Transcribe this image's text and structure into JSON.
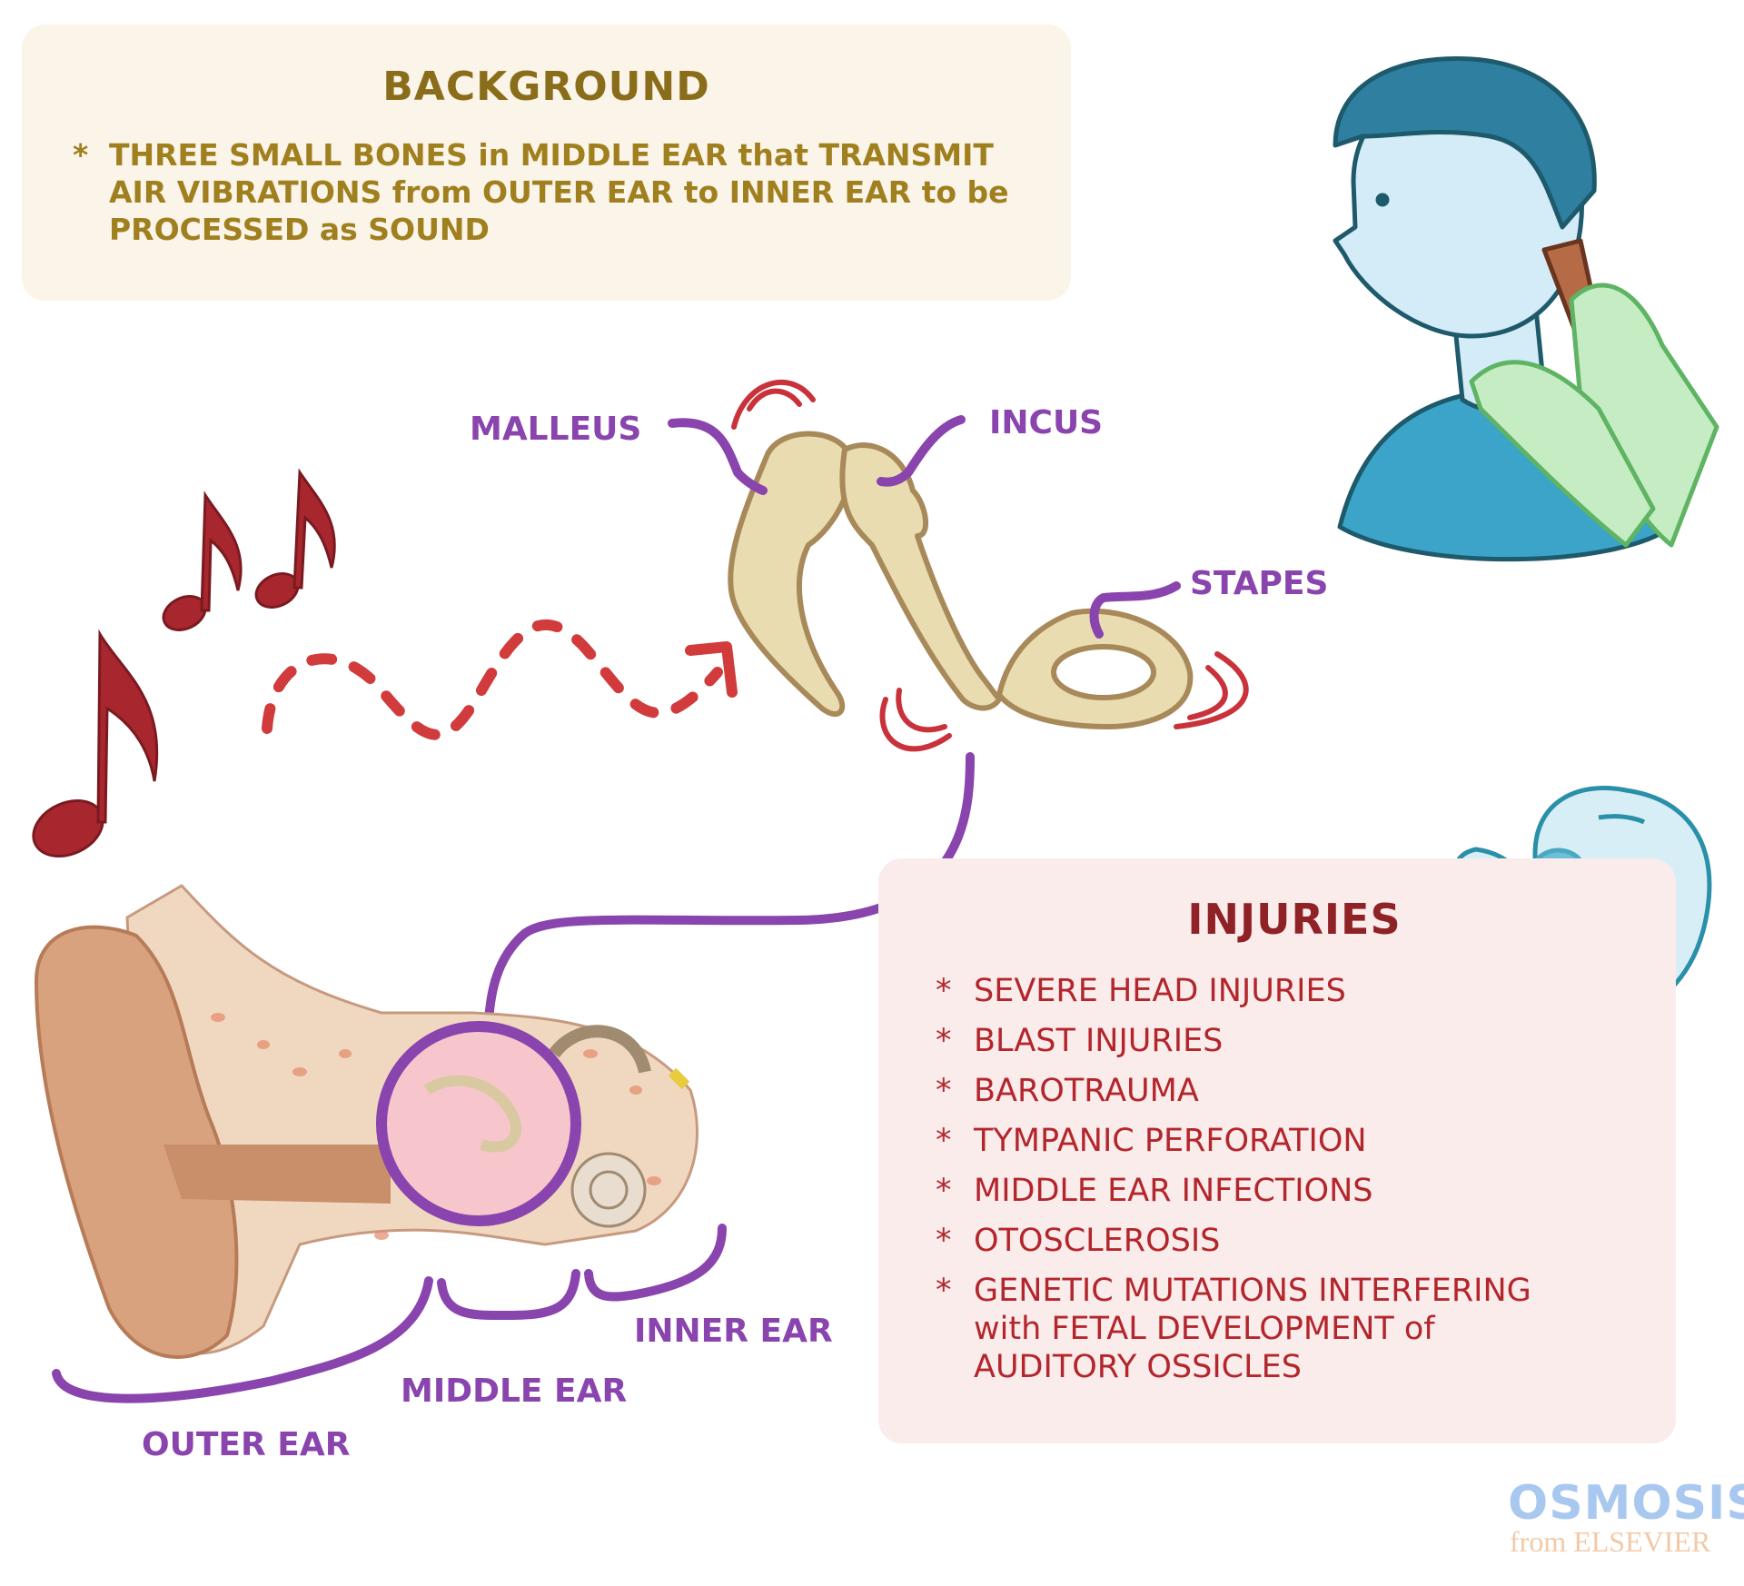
{
  "background": {
    "title": "BACKGROUND",
    "bullet": "*",
    "text": "THREE SMALL BONES in MIDDLE EAR that TRANSMIT AIR VIBRATIONS from OUTER EAR to INNER EAR to be PROCESSED as SOUND"
  },
  "labels": {
    "malleus": "MALLEUS",
    "incus": "INCUS",
    "stapes": "STAPES",
    "outer_ear": "OUTER EAR",
    "middle_ear": "MIDDLE EAR",
    "inner_ear": "INNER EAR"
  },
  "injuries": {
    "title": "INJURIES",
    "bullet": "*",
    "items": [
      "SEVERE HEAD INJURIES",
      "BLAST INJURIES",
      "BAROTRAUMA",
      "TYMPANIC PERFORATION",
      "MIDDLE EAR INFECTIONS",
      "OTOSCLEROSIS",
      "GENETIC MUTATIONS INTERFERING with FETAL DEVELOPMENT of AUDITORY OSSICLES"
    ]
  },
  "logo": {
    "name": "OSMOSIS",
    "sub": "from ELSEVIER"
  },
  "colors": {
    "background_title": "#8a6d1a",
    "background_text": "#a07f1e",
    "injuries_title": "#8f2226",
    "injuries_text": "#b3262c",
    "label_purple": "#8a44ae",
    "note_red": "#a8272e"
  }
}
